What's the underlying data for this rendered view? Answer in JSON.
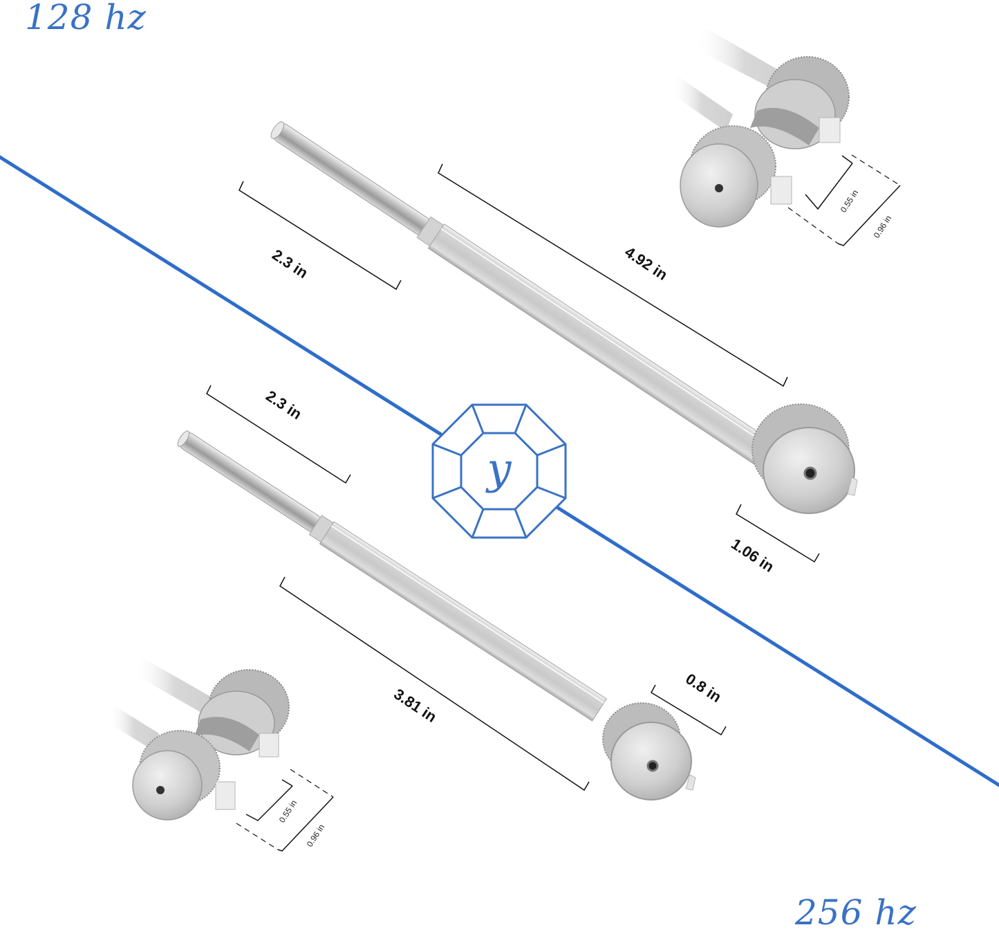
{
  "labels": {
    "top_frequency": "128 hz",
    "bottom_frequency": "256 hz",
    "logo_letter": "y"
  },
  "fork_128hz": {
    "stem_length": "2.3 in",
    "prong_length": "4.92 in",
    "weight_diameter": "1.06 in",
    "detail_inner": "0.55 in",
    "detail_outer": "0.96 in"
  },
  "fork_256hz": {
    "stem_length": "2.3 in",
    "prong_length": "3.81 in",
    "weight_diameter": "0.8 in",
    "detail_inner": "0.55 in",
    "detail_outer": "0.96 in"
  },
  "colors": {
    "accent_blue": "#3a72c4",
    "divider_blue": "#2f6dc8",
    "dimension_line": "#111111",
    "metal_light": "#e6e6e6",
    "metal_mid": "#c4c4c4",
    "metal_dark": "#8e8e8e",
    "background": "#ffffff"
  }
}
